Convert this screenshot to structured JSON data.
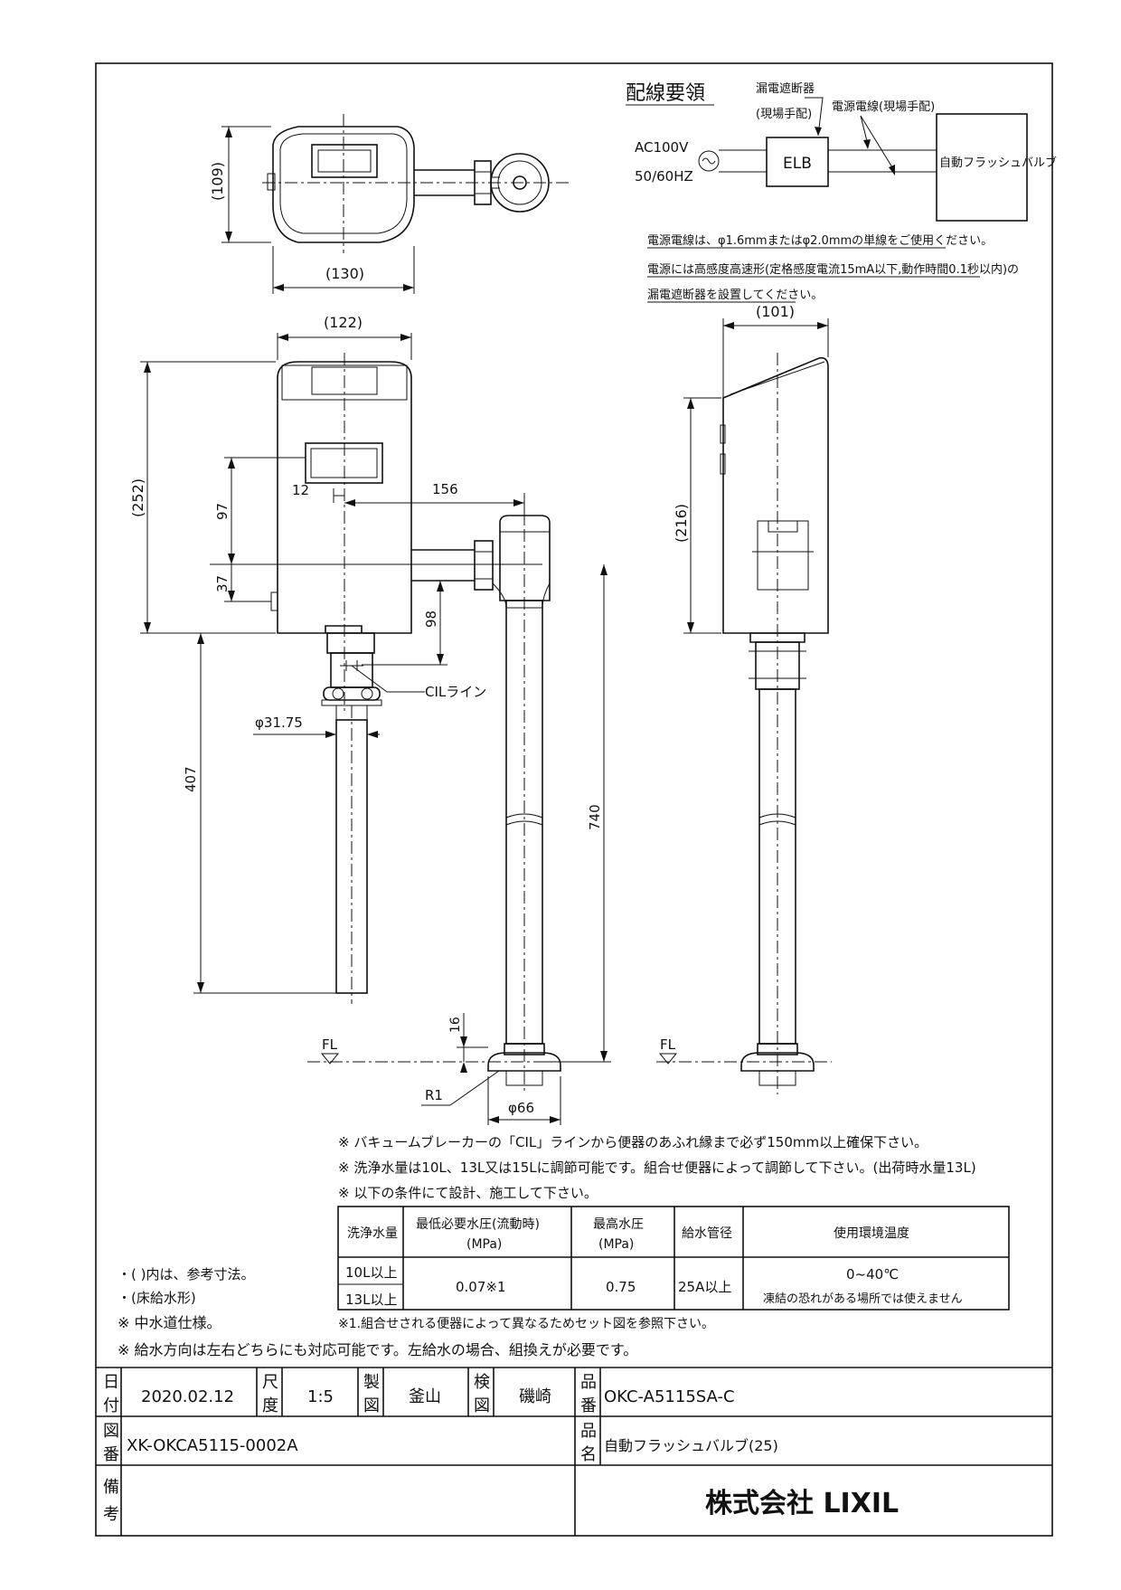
{
  "wiring": {
    "title": "配線要領",
    "elb_breaker_label": "漏電遮断器",
    "elb_breaker_sub": "(現場手配)",
    "power_line_label": "電源電線(現場手配)",
    "voltage": "AC100V",
    "frequency": "50/60HZ",
    "elb": "ELB",
    "device": "自動フラッシュバルブ",
    "note1": "電源電線は、φ1.6mmまたはφ2.0mmの単線をご使用ください。",
    "note2": "電源には高感度高速形(定格感度電流15mA以下,動作時間0.1秒以内)の",
    "note3": "漏電遮断器を設置してください。"
  },
  "dimensions": {
    "top_depth": "(109)",
    "top_width": "(130)",
    "front_width": "(122)",
    "front_height": "(252)",
    "offset_12": "12",
    "offset_156": "156",
    "dim_97": "97",
    "dim_37": "37",
    "dim_98": "98",
    "cil_line": "CILライン",
    "pipe_dia": "φ31.75",
    "dim_407": "407",
    "dim_740": "740",
    "dim_16": "16",
    "fl_left": "FL",
    "fl_right": "FL",
    "r1": "R1",
    "base_dia": "φ66",
    "side_width": "(101)",
    "side_height": "(216)"
  },
  "notes": {
    "n1": "※ バキュームブレーカーの「CIL」ラインから便器のあふれ縁まで必ず150mm以上確保下さい。",
    "n2": "※ 洗浄水量は10L、13L又は15Lに調節可能です。組合せ便器によって調節して下さい。(出荷時水量13L)",
    "n3": "※ 以下の条件にて設計、施工して下さい。",
    "left1": "・( )内は、参考寸法。",
    "left2": "・(床給水形)",
    "left3": "※ 中水道仕様。",
    "footnote": "※1.組合せされる便器によって異なるためセット図を参照下さい。",
    "n4": "※ 給水方向は左右どちらにも対応可能です。左給水の場合、組換えが必要です。"
  },
  "spec_table": {
    "headers": [
      "洗浄水量",
      "最低必要水圧(流動時)",
      "(MPa)",
      "最高水圧",
      "(MPa)",
      "給水管径",
      "使用環境温度"
    ],
    "row_a": "10L以上",
    "row_b": "13L以上",
    "min_pressure": "0.07※1",
    "max_pressure": "0.75",
    "pipe": "25A以上",
    "temp": "0~40℃",
    "temp_note": "凍結の恐れがある場所では使えません"
  },
  "title_block": {
    "date_label_1": "日",
    "date_label_2": "付",
    "date": "2020.02.12",
    "scale_label_1": "尺",
    "scale_label_2": "度",
    "scale": "1:5",
    "drawn_label_1": "製",
    "drawn_label_2": "図",
    "drawn_by": "釜山",
    "checked_label_1": "検",
    "checked_label_2": "図",
    "checked_by": "磯崎",
    "part_no_label_1": "品",
    "part_no_label_2": "番",
    "part_no": "OKC-A5115SA-C",
    "drawing_no_label_1": "図",
    "drawing_no_label_2": "番",
    "drawing_no": "XK-OKCA5115-0002A",
    "name_label_1": "品",
    "name_label_2": "名",
    "part_name": "自動フラッシュバルブ(25)",
    "remarks_label_1": "備",
    "remarks_label_2": "考",
    "company": "株式会社 LIXIL"
  }
}
